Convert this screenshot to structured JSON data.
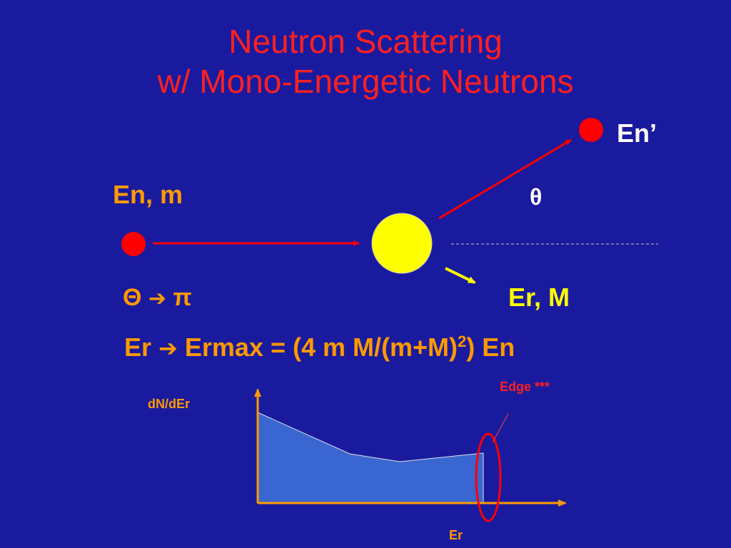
{
  "slide": {
    "title_line1": "Neutron Scattering",
    "title_line2": "w/ Mono-Energetic Neutrons"
  },
  "scattering": {
    "incoming_label": "En, m",
    "outgoing_label": "En’",
    "angle_label": "θ",
    "recoil_label": "Er, M"
  },
  "equations": {
    "backscatter_lhs": "Θ",
    "backscatter_arrow": "➔",
    "backscatter_rhs": "π",
    "recoil_lhs": "Er",
    "recoil_arrow": "➔",
    "recoil_rhs_pre": "Ermax = (4 m M/(m+M)",
    "recoil_sup": "2",
    "recoil_rhs_post": ") En"
  },
  "spectrum": {
    "ylabel": "dN/dEr",
    "xlabel": "Er",
    "edge_annotation": "Edge ***"
  },
  "colors": {
    "background": "#1a1a9e",
    "title": "#ff2020",
    "neutron": "#ff0000",
    "nucleus": "#ffff00",
    "labels_orange": "#ff9900",
    "spectrum_fill": "#3a66d1"
  }
}
